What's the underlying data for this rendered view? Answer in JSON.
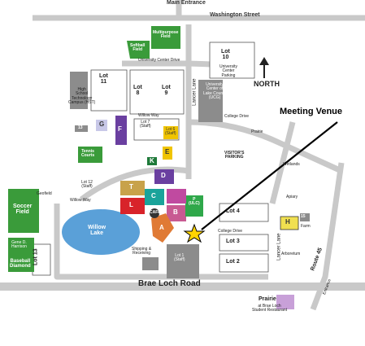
{
  "roads": {
    "main_entrance": "Main Entrance",
    "washington": "Washington Street",
    "univ_center_drive": "University Center Drive",
    "willow_way": "Willow Way",
    "geofield": "Geofield",
    "willow_way_2": "Willow Way",
    "college_drive": "College Drive",
    "college_drive_2": "College Drive",
    "lancer_lane_top": "Lancer Lane",
    "lancer_lane_right": "Lancer Lane",
    "brae_loch": "Brae Loch Road",
    "route45": "Route 45",
    "entrance": "Entrance",
    "prairie": "Prairie"
  },
  "lots": {
    "lot10": "Lot\n10",
    "lot11": "Lot\n11",
    "lot8": "Lot\n8",
    "lot9": "Lot\n9",
    "lot7": "Lot 7\n(Staff)",
    "lot6": "Lot 6\n(Staff)",
    "lot12": "Lot 12\n(Staff)",
    "lot13": "Lot 13",
    "lot4": "Lot 4",
    "lot3": "Lot 3",
    "lot2": "Lot 2",
    "lot1": "Lot 1\n(Staff)"
  },
  "places": {
    "multipurpose": "Multipurpose\nField",
    "softball": "Softball\nField",
    "univ_parking": "University\nCenter\nParking",
    "hst": "High\nSchool\nTechnology\nCampus (HST)",
    "ucg": "University\nCenter of\nLake County\n(UCG)",
    "tennis": "Tennis\nCourts",
    "visitors": "VISITOR'S\nPARKING",
    "wetlands": "Wetlands",
    "apiary": "Apiary",
    "farm": "Farm",
    "arboretum": "Arboretum",
    "soccer": "Soccer\nField",
    "baseball_top": "Gene D.\nHarrison",
    "baseball": "Baseball\nDiamond",
    "willow_lake": "Willow\nLake",
    "shipping": "Shipping &\nReceiving",
    "prairie_rest": "Prairie",
    "prairie_rest_2": "at Brae Loch\nStudent Restaurant",
    "cafe": "CAFE"
  },
  "buildings": {
    "A": "A",
    "B": "B",
    "C": "C",
    "D": "D",
    "E": "E",
    "F": "F",
    "G": "G",
    "H": "H",
    "K": "K",
    "L": "L",
    "T": "T",
    "P": "P\n(ULC)",
    "b13": "13",
    "b15": "15"
  },
  "annotations": {
    "meeting_venue": "Meeting Venue",
    "north": "NORTH"
  },
  "colors": {
    "road": "#c9c9c9",
    "green": "#3a9b3a",
    "lake": "#5aa0d8",
    "gray_bldg": "#8c8c8c",
    "star": "#ffd400",
    "purple": "#6a3fa0",
    "orange": "#e07a35",
    "yellow": "#f0c400",
    "red": "#d8232a",
    "teal": "#1aa39a",
    "olive": "#c8a24a",
    "magenta": "#c04aa0",
    "pink": "#c85a92",
    "lime": "#2fa84a",
    "darkgreen": "#1f7a3a",
    "lightpurple": "#c8a0d8"
  }
}
